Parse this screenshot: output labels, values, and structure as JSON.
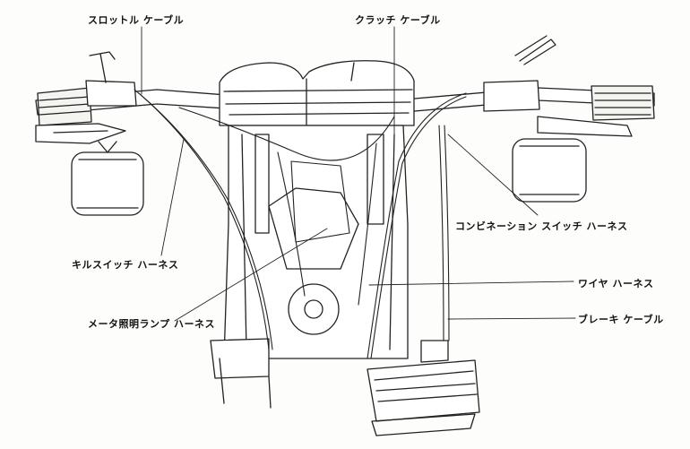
{
  "labels": {
    "throttle_cable": "スロットル ケーブル",
    "clutch_cable": "クラッチ ケーブル",
    "combination_switch_harness": "コンビネーション スイッチ ハーネス",
    "kill_switch_harness": "キルスイッチ ハーネス",
    "wire_harness": "ワイヤ ハーネス",
    "meter_light_harness": "メータ照明ランプ ハーネス",
    "brake_cable": "ブレーキ ケーブル"
  }
}
